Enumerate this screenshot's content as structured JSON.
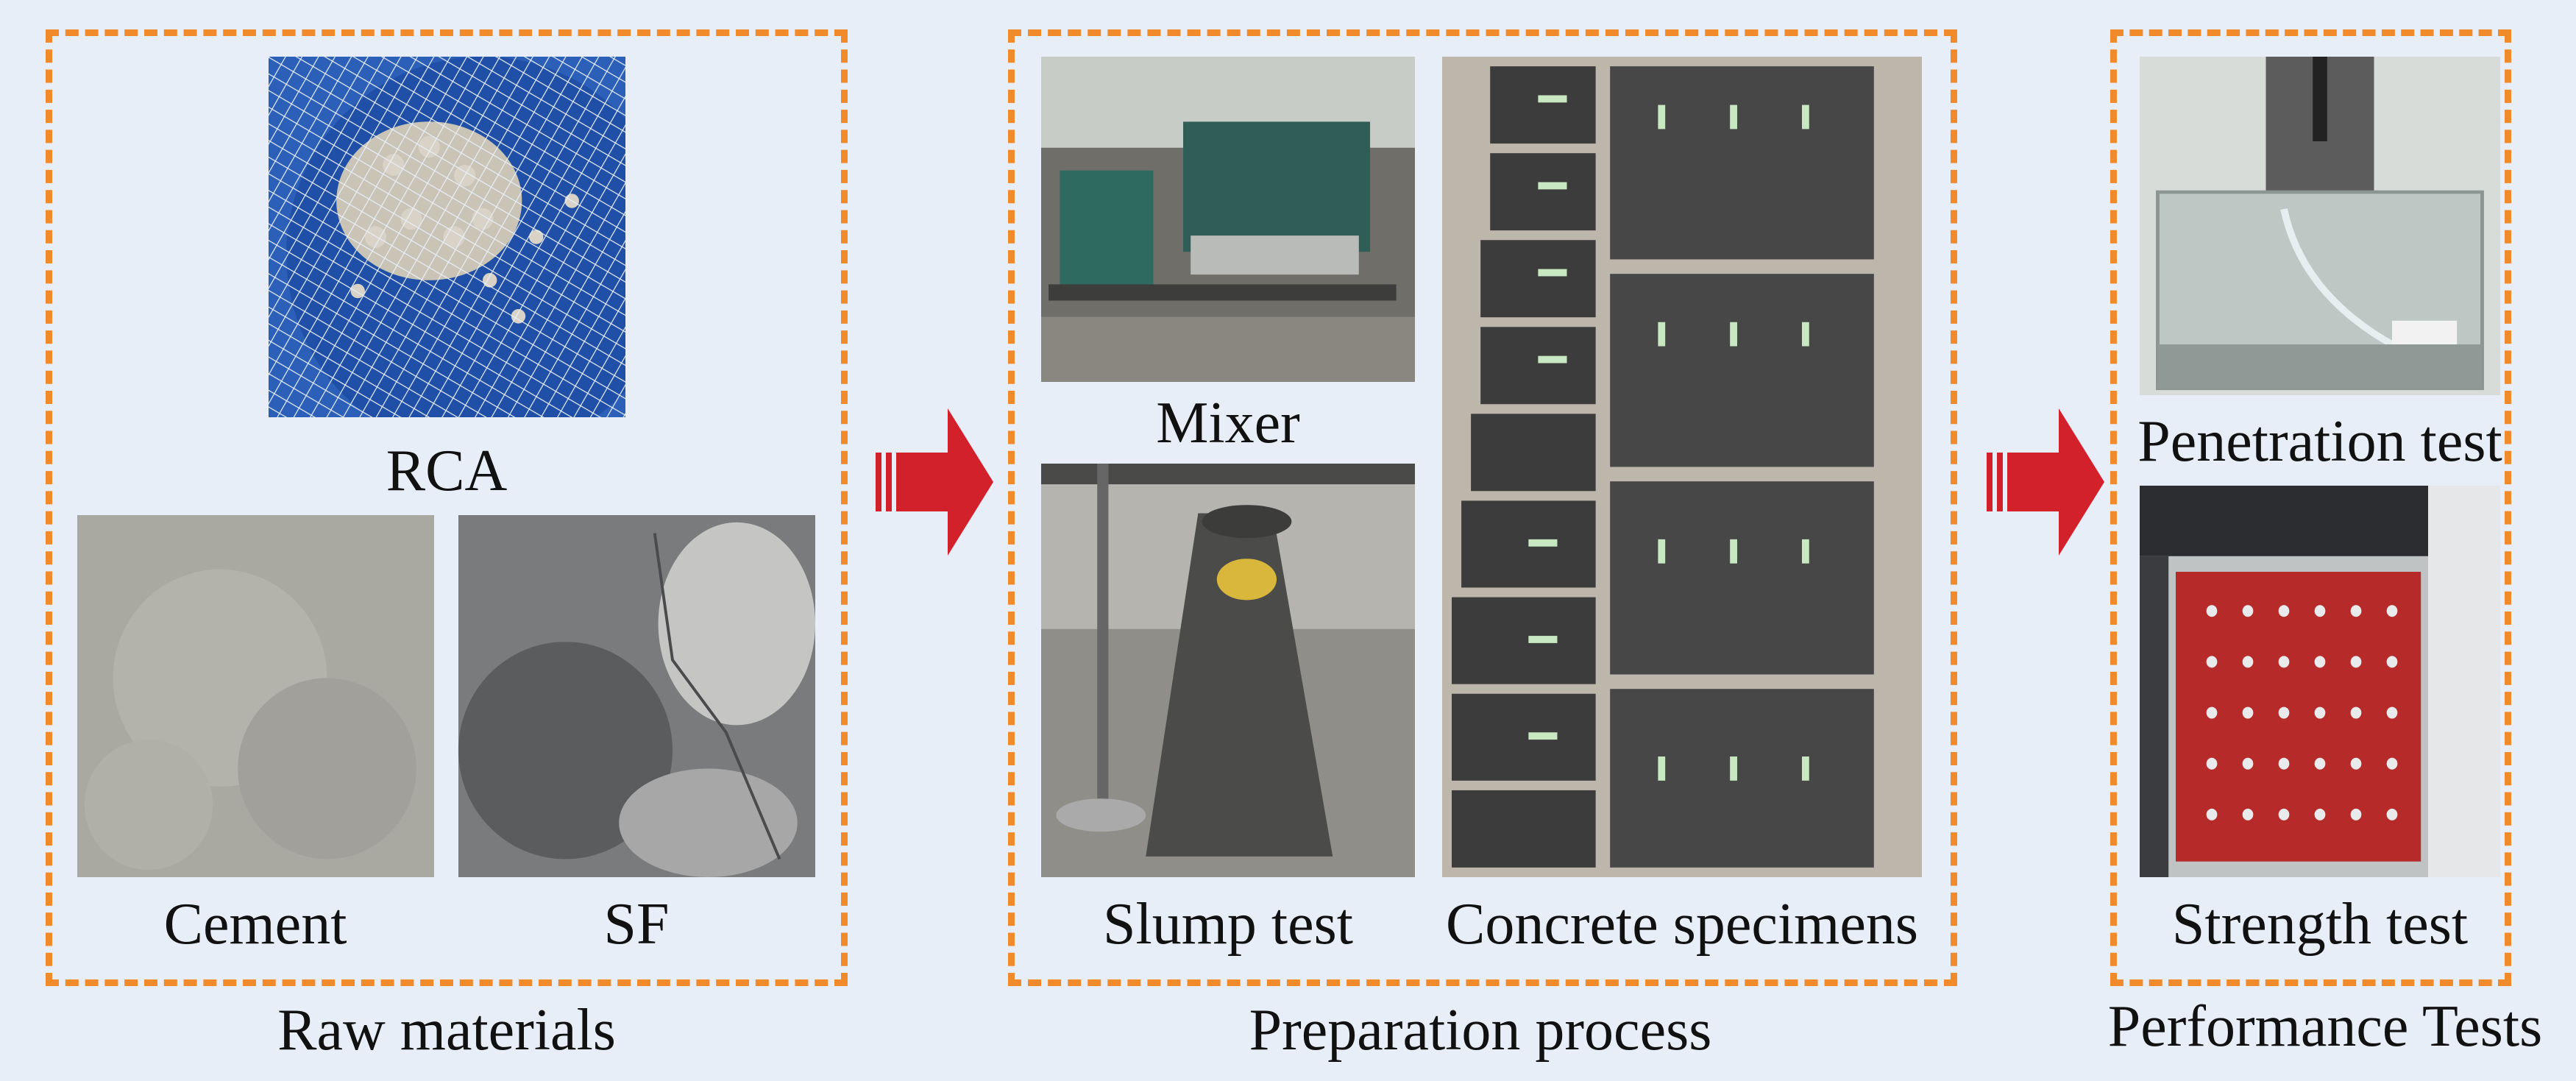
{
  "colors": {
    "background": "#e7eef7",
    "dash_border": "#f08a2a",
    "arrow": "#d3212c"
  },
  "stages": [
    {
      "title": "Raw materials",
      "items": [
        "RCA",
        "Cement",
        "SF"
      ]
    },
    {
      "title": "Preparation process",
      "items": [
        "Mixer",
        "Slump test",
        "Concrete specimens"
      ]
    },
    {
      "title": "Performance Tests",
      "items": [
        "Penetration test",
        "Strength test"
      ]
    }
  ]
}
